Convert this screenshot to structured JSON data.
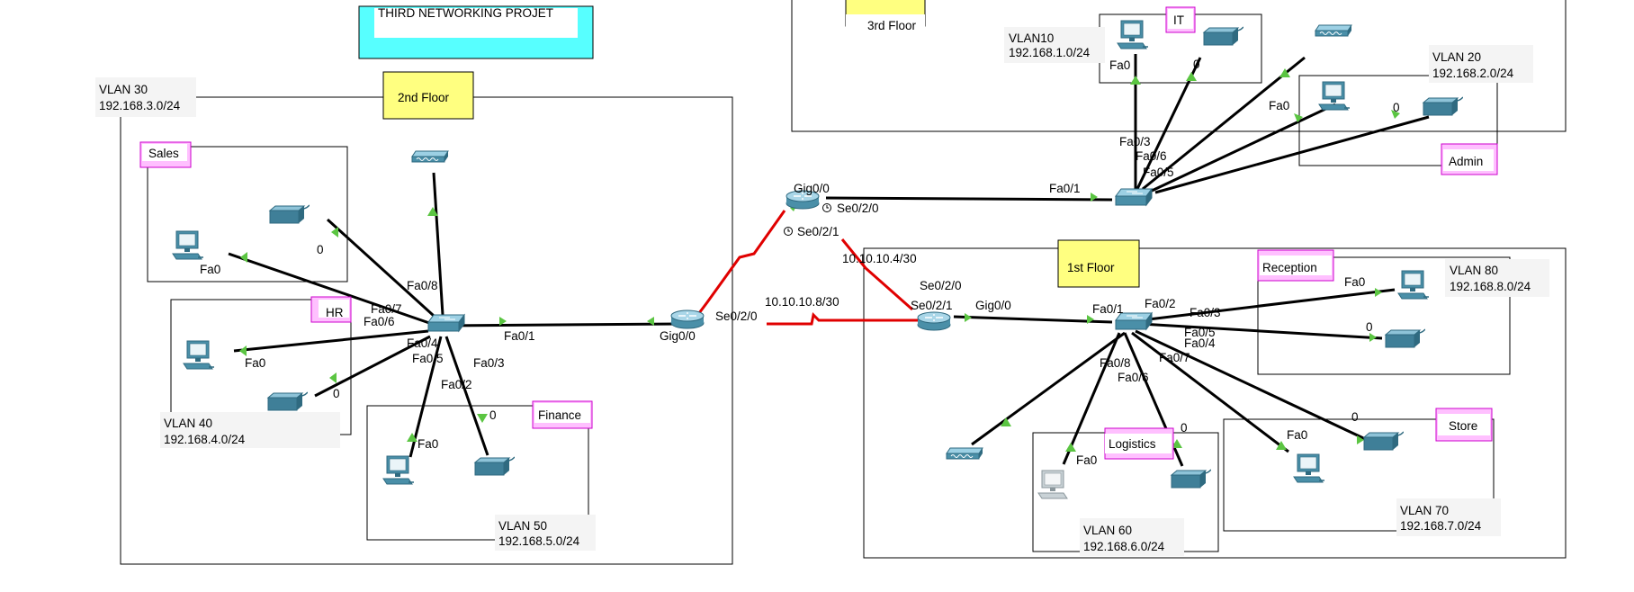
{
  "title": "THIRD NETWORKING PROJET",
  "floors": {
    "first": "1st Floor",
    "second": "2nd Floor",
    "third": "3rd Floor"
  },
  "departments": {
    "sales": "Sales",
    "hr": "HR",
    "finance": "Finance",
    "it": "IT",
    "admin": "Admin",
    "reception": "Reception",
    "logistics": "Logistics",
    "store": "Store"
  },
  "vlans": {
    "v10": {
      "name": "VLAN10",
      "subnet": "192.168.1.0/24"
    },
    "v20": {
      "name": "VLAN 20",
      "subnet": "192.168.2.0/24"
    },
    "v30": {
      "name": "VLAN 30",
      "subnet": "192.168.3.0/24"
    },
    "v40": {
      "name": "VLAN 40",
      "subnet": "192.168.4.0/24"
    },
    "v50": {
      "name": "VLAN 50",
      "subnet": "192.168.5.0/24"
    },
    "v60": {
      "name": "VLAN 60",
      "subnet": "192.168.6.0/24"
    },
    "v70": {
      "name": "VLAN 70",
      "subnet": "192.168.7.0/24"
    },
    "v80": {
      "name": "VLAN 80",
      "subnet": "192.168.8.0/24"
    }
  },
  "networks": {
    "top": "10.10.10.4/30",
    "bottom": "10.10.10.8/30"
  },
  "ports": {
    "fa0": "Fa0",
    "zero": "0",
    "fa0_1": "Fa0/1",
    "fa0_2": "Fa0/2",
    "fa0_3": "Fa0/3",
    "fa0_4": "Fa0/4",
    "fa0_5": "Fa0/5",
    "fa0_6": "Fa0/6",
    "fa0_7": "Fa0/7",
    "fa0_8": "Fa0/8",
    "gig0_0": "Gig0/0",
    "se0_2_0": "Se0/2/0",
    "se0_2_1": "Se0/2/1"
  },
  "colors": {
    "title_fill": "#57ffff",
    "floor_fill": "#ffff80",
    "dept_fill": "#ffc0ff",
    "dept_border": "#cc00cc",
    "device": "#4a8fa8",
    "serial_link": "#e00000",
    "link": "#000000"
  }
}
